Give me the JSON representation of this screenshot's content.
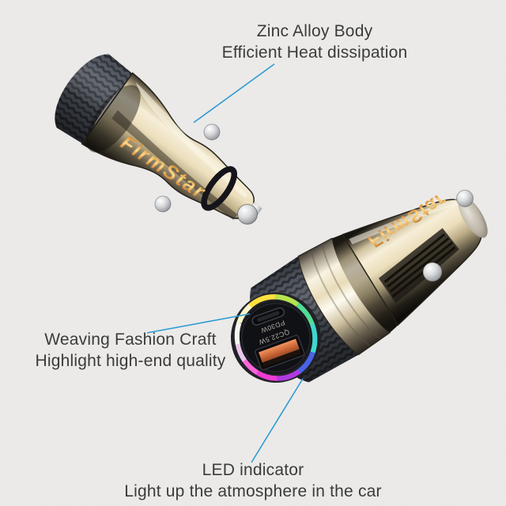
{
  "scene": {
    "background_color": "#ecebe9",
    "callout_line_color": "#2e9bd5",
    "annotation_text_color": "#3b3b3b"
  },
  "annotations": {
    "top": {
      "line1": "Zinc Alloy Body",
      "line2": "Efficient Heat dissipation"
    },
    "left": {
      "line1": "Weaving Fashion Craft",
      "line2": "Highlight high-end quality"
    },
    "bottom": {
      "line1": "LED indicator",
      "line2": "Light up the atmosphere in the car"
    }
  },
  "product": {
    "brand": "FirmStar",
    "ports": {
      "usb_a_label": "QC22.5W",
      "usb_c_label": "PD30W"
    },
    "colors": {
      "body_champagne": "#ecdfbd",
      "body_dark_smoke": "#211d16",
      "carbon_weave_base": "#545962",
      "carbon_weave_dark": "#33373f",
      "usb_a_orange": "#d06a3a",
      "logo_amber": "#e8a84e",
      "led_ring_colors": [
        "#3ed8cf",
        "#4a63e8",
        "#b03ae0",
        "#ee3cd4",
        "#ff63d9",
        "#e8c8ea",
        "#f4f7ee",
        "#fdf6c8",
        "#ffe03e",
        "#b8e44d",
        "#52dc96"
      ]
    }
  }
}
